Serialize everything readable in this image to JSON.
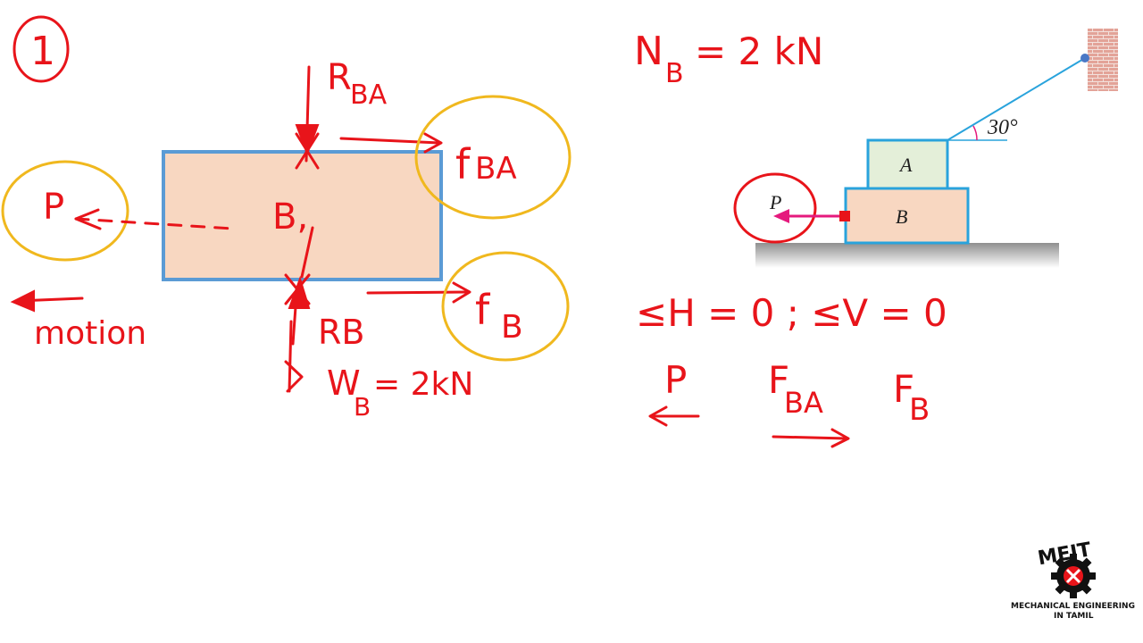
{
  "fbd": {
    "problem_number": "1",
    "label_p": "P",
    "label_body": "B,",
    "label_r": "R",
    "label_r_ba_sub": "BA",
    "label_f": "f",
    "label_f_ba_sub": "BA",
    "label_f_b_sub": "B",
    "label_rb": "RB",
    "label_w": "W",
    "label_w_sub": "B",
    "label_w_value": "= 2kN",
    "label_motion": "motion"
  },
  "notes": {
    "nb_n": "N",
    "nb_sub": "B",
    "nb_value": "= 2 kN",
    "equilibrium": "≤H = 0 ; ≤V = 0",
    "p": "P",
    "f_ba": "F",
    "f_ba_sub": "BA",
    "f_b": "F",
    "f_b_sub": "B"
  },
  "figure": {
    "angle": "30°",
    "block_a": "A",
    "block_b": "B",
    "force": "P"
  },
  "logo": {
    "name": "MEIT",
    "line1": "MECHANICAL ENGINEERING",
    "line2": "IN TAMIL"
  },
  "colors": {
    "ink": "#e8141a",
    "highlight": "#f0b81e",
    "block_b_fill": "#f8d7c1",
    "block_b_border": "#5b9bd5",
    "block_a_fill": "#e4efd9",
    "rope": "#29a3dc",
    "force_arrow": "#e5197d",
    "ground": "#b9b9b9"
  }
}
